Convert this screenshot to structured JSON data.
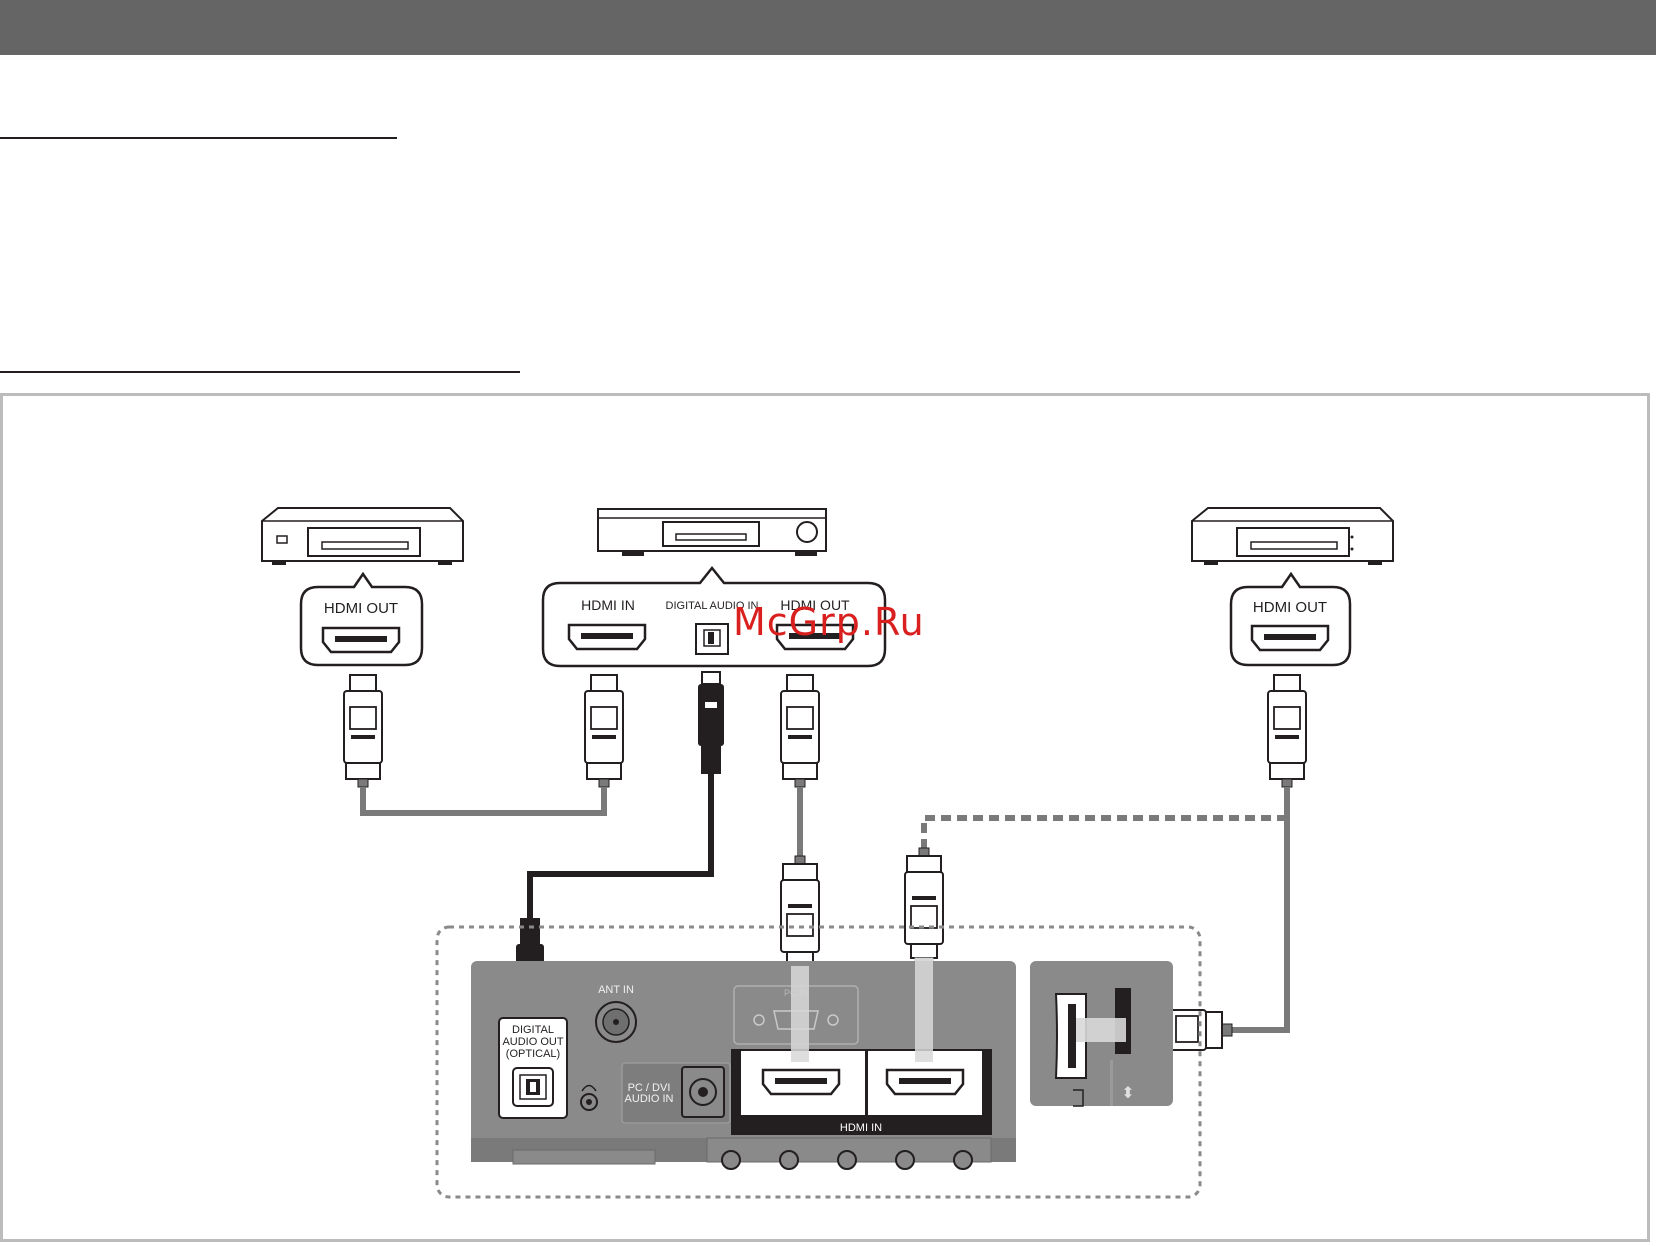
{
  "watermark": "McGrp.Ru",
  "devices": {
    "left": {
      "port_label": "HDMI OUT"
    },
    "center": {
      "hdmi_in_label": "HDMI IN",
      "digital_audio_label": "DIGITAL AUDIO IN",
      "hdmi_out_label": "HDMI OUT"
    },
    "right": {
      "port_label": "HDMI OUT"
    }
  },
  "tv_panel": {
    "ant_in_label": "ANT IN",
    "optical_label_line1": "DIGITAL",
    "optical_label_line2": "AUDIO OUT",
    "optical_label_line3": "(OPTICAL)",
    "pc_audio_line1": "PC / DVI",
    "pc_audio_line2": "AUDIO IN",
    "hdmi_in_label": "HDMI IN",
    "pc_label": "PC IN"
  },
  "colors": {
    "cable_gray": "#7a7a7a",
    "cable_black": "#231f20",
    "panel_gray": "#8a8a8a",
    "header_gray": "#666566"
  }
}
